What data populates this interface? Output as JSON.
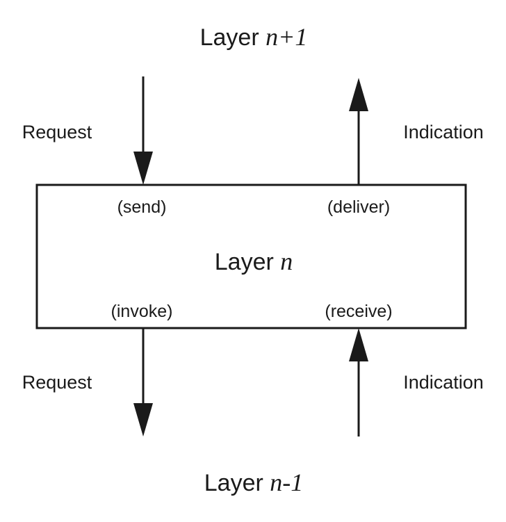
{
  "layers": {
    "upper": {
      "prefix": "Layer ",
      "index": "n+1"
    },
    "middle": {
      "prefix": "Layer ",
      "index": "n"
    },
    "lower": {
      "prefix": "Layer ",
      "index": "n-1"
    }
  },
  "flows": {
    "top_left_label": "Request",
    "top_right_label": "Indication",
    "bottom_left_label": "Request",
    "bottom_right_label": "Indication"
  },
  "primitives": {
    "send": "(send)",
    "deliver": "(deliver)",
    "invoke": "(invoke)",
    "receive": "(receive)"
  }
}
